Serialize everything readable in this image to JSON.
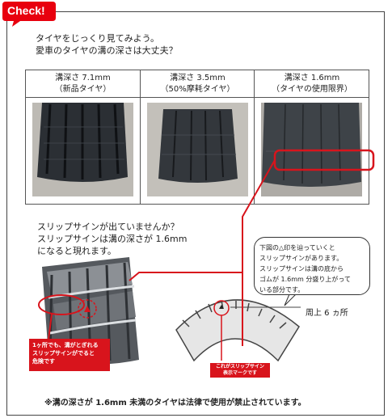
{
  "badge": {
    "label": "Check!",
    "color": "#e8000e"
  },
  "intro": {
    "line1": "タイヤをじっくり見てみよう。",
    "line2": "愛車のタイヤの溝の深さは大丈夫？"
  },
  "tread_table": {
    "columns": [
      {
        "depth": "溝深さ 7.1mm",
        "label": "（新品タイヤ）"
      },
      {
        "depth": "溝深さ 3.5mm",
        "label": "（50%摩耗タイヤ）"
      },
      {
        "depth": "溝深さ 1.6mm",
        "label": "（タイヤの使用限界）"
      }
    ]
  },
  "slip": {
    "line1": "スリップサインが出ていませんか？",
    "line2": "スリップサインは溝の深さが 1.6mm",
    "line3": "になると現れます。"
  },
  "bubble": {
    "line1": "下図の△印を辿っていくと",
    "line2": "スリップサインがあります。",
    "line3": "スリップサインは溝の底から",
    "line4": "ゴムが 1.6mm 分盛り上がって",
    "line5": "いる部分です。"
  },
  "red_callout": {
    "line1": "1ヶ所でも、溝がとぎれる",
    "line2": "スリップサインがでると",
    "line3": "危険です"
  },
  "mark_label": {
    "line1": "これがスリップサイン",
    "line2": "表示マークです"
  },
  "around_label": "周上 6 ヵ所",
  "footnote": "※溝の深さが 1.6mm 未満のタイヤは法律で使用が禁止されています。",
  "colors": {
    "accent_red": "#d8141c",
    "tire_dark": "#2a2e33",
    "road_gray": "#b9b6b0"
  }
}
